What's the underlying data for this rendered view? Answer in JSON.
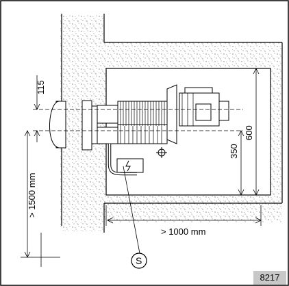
{
  "dimensions": {
    "top_offset": "115",
    "height_to_axis": "350",
    "chamber_height": "600",
    "min_height": "> 1500 mm",
    "min_width": "> 1000 mm"
  },
  "callout": {
    "label": "S"
  },
  "figure_number": "8217",
  "colors": {
    "line": "#000000",
    "grit": "#777777",
    "label_bg": "#c8c8c8"
  }
}
